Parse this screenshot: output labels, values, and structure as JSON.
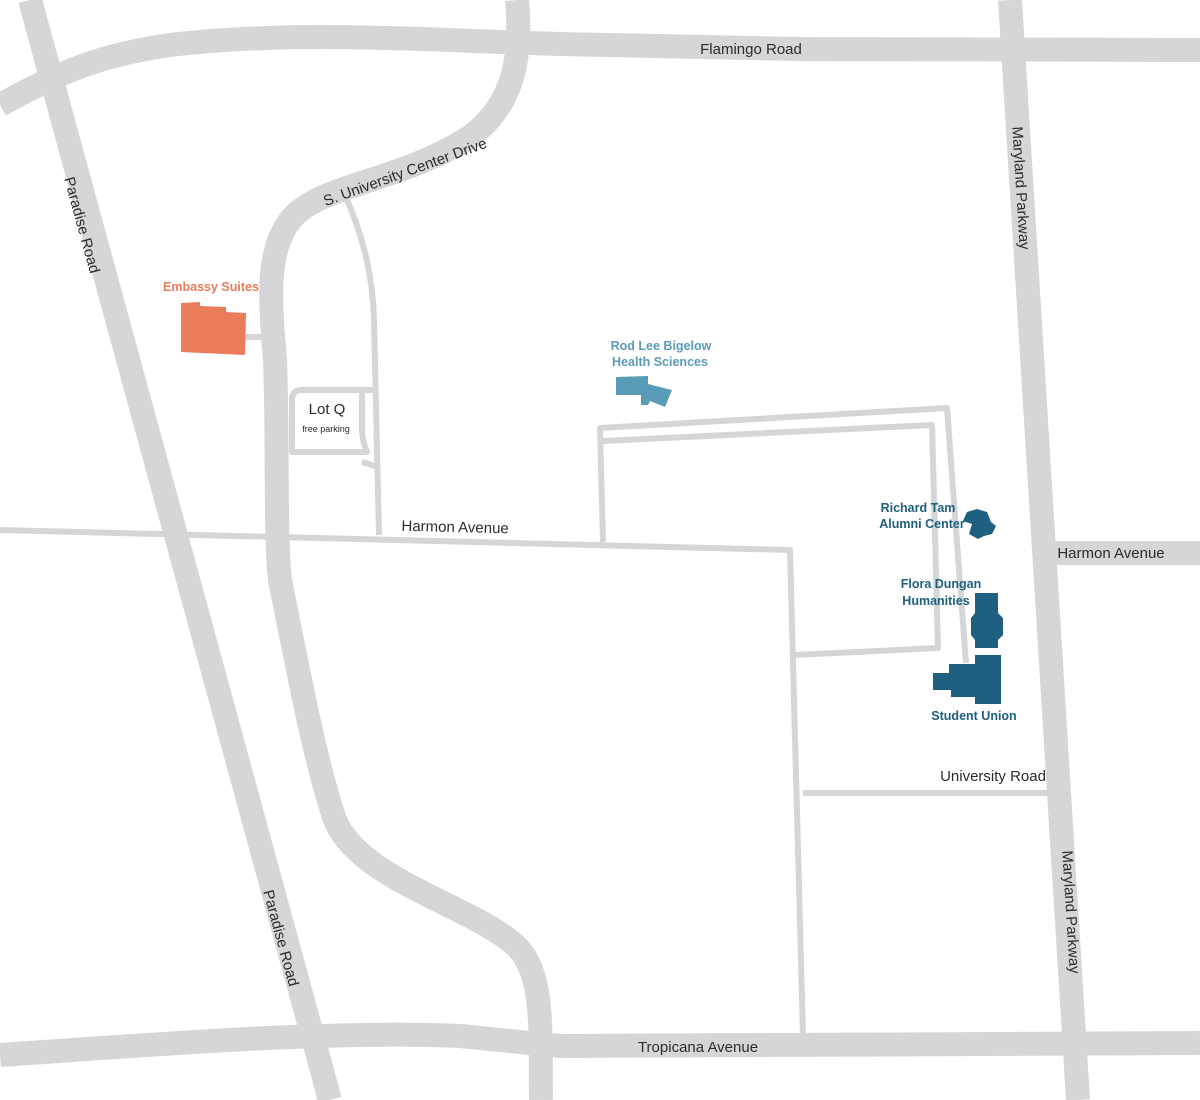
{
  "roads": {
    "flamingo": "Flamingo Road",
    "paradise": "Paradise Road",
    "university_center": "S. University Center Drive",
    "maryland": "Maryland Parkway",
    "harmon": "Harmon Avenue",
    "tropicana": "Tropicana Avenue",
    "university_road": "University Road"
  },
  "lot": {
    "name": "Lot Q",
    "note": "free parking"
  },
  "places": {
    "embassy": {
      "name": "Embassy Suites",
      "color": "#ea7c5a"
    },
    "health": {
      "line1": "Rod Lee Bigelow",
      "line2": "Health Sciences",
      "color": "#5a9cb8"
    },
    "alumni": {
      "line1": "Richard Tam",
      "line2": "Alumni Center",
      "color": "#1f5f80"
    },
    "humanities": {
      "line1": "Flora Dungan",
      "line2": "Humanities",
      "color": "#1f5f80"
    },
    "union": {
      "name": "Student Union",
      "color": "#1f5f80"
    }
  },
  "colors": {
    "road": "#d5d6d8",
    "background": "#ffffff"
  }
}
